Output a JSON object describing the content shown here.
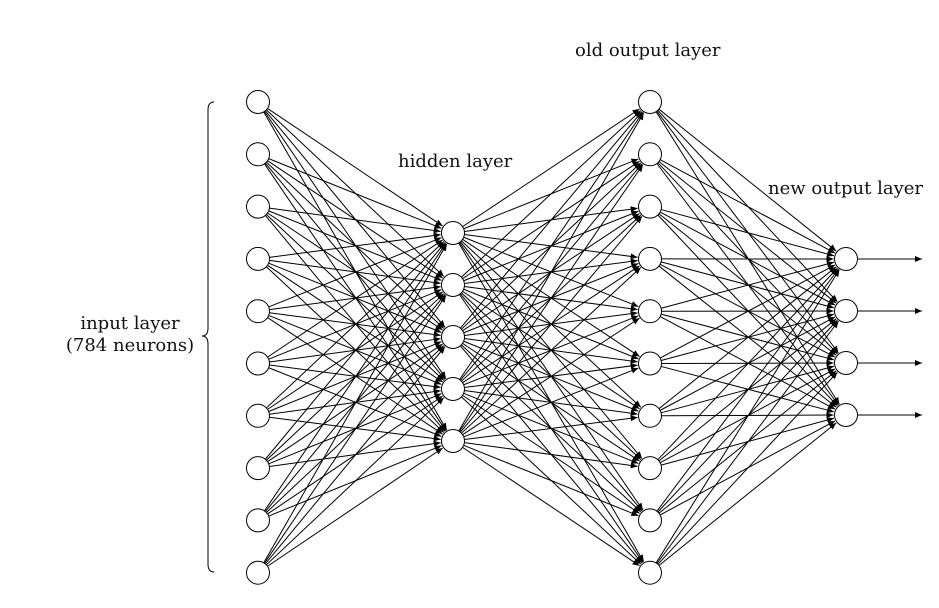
{
  "labels": {
    "old_output": "old output layer",
    "hidden": "hidden layer",
    "new_output": "new output layer",
    "input_line1": "input layer",
    "input_line2": "(784 neurons)"
  },
  "network": {
    "layers": [
      {
        "name": "input",
        "neurons": 10
      },
      {
        "name": "hidden",
        "neurons": 5
      },
      {
        "name": "old-output",
        "neurons": 10
      },
      {
        "name": "new-output",
        "neurons": 4
      }
    ],
    "fully_connected": true,
    "output_arrows": 4
  },
  "colors": {
    "stroke": "#000000",
    "node_fill": "#ffffff",
    "text": "#111111"
  }
}
